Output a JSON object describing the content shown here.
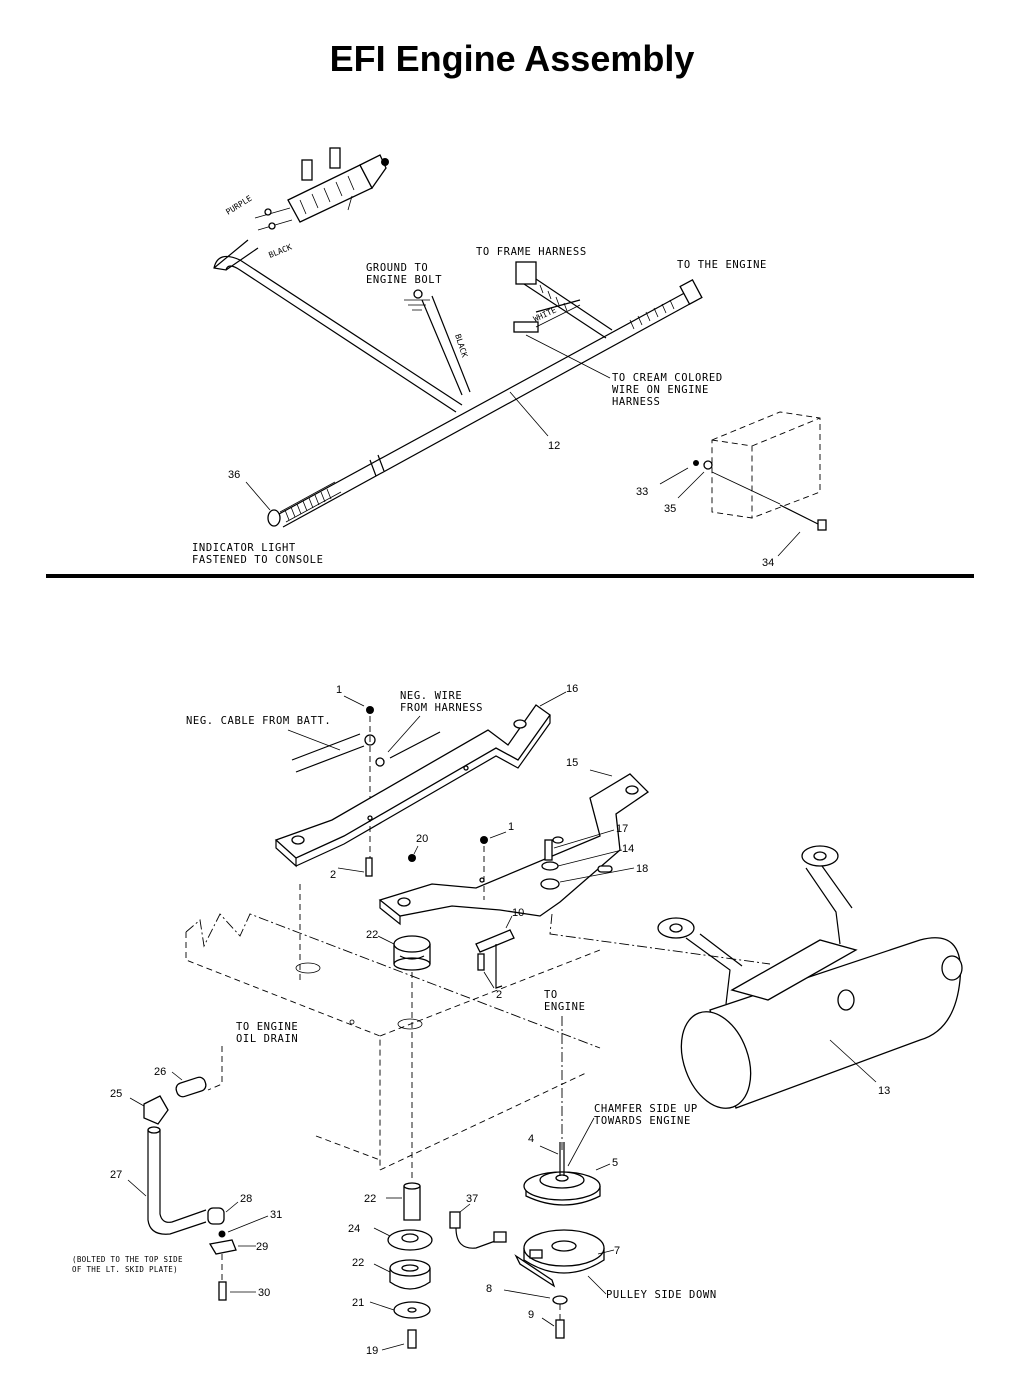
{
  "title": "EFI Engine Assembly",
  "harness_labels": {
    "purple": "PURPLE",
    "black_top": "BLACK",
    "ground": [
      "GROUND TO",
      "ENGINE BOLT"
    ],
    "black_ground": "BLACK",
    "frame_harness": "TO FRAME HARNESS",
    "to_engine": "TO THE ENGINE",
    "white": "WHITE",
    "cream": [
      "TO CREAM COLORED",
      "WIRE ON ENGINE",
      "HARNESS"
    ],
    "indicator": [
      "INDICATOR LIGHT",
      "FASTENED TO CONSOLE"
    ]
  },
  "engine_labels": {
    "neg_cable": "NEG. CABLE FROM BATT.",
    "neg_wire": [
      "NEG. WIRE",
      "FROM HARNESS"
    ],
    "oil_drain": [
      "TO ENGINE",
      "OIL DRAIN"
    ],
    "to_engine": [
      "TO",
      "ENGINE"
    ],
    "chamfer": [
      "CHAMFER SIDE UP",
      "TOWARDS ENGINE"
    ],
    "pulley": "PULLEY SIDE DOWN",
    "bolted": [
      "(BOLTED TO THE TOP SIDE",
      "OF THE LT. SKID PLATE)"
    ]
  },
  "callouts": {
    "c12": "12",
    "c33": "33",
    "c35": "35",
    "c34": "34",
    "c36": "36",
    "c1a": "1",
    "c1b": "1",
    "c16": "16",
    "c15": "15",
    "c17": "17",
    "c14": "14",
    "c18": "18",
    "c2a": "2",
    "c2b": "2",
    "c20": "20",
    "c22a": "22",
    "c10": "10",
    "c13": "13",
    "c26": "26",
    "c25": "25",
    "c27": "27",
    "c28": "28",
    "c31": "31",
    "c29": "29",
    "c30": "30",
    "c4": "4",
    "c5": "5",
    "c22b": "22",
    "c37": "37",
    "c24": "24",
    "c22c": "22",
    "c7": "7",
    "c8": "8",
    "c21": "21",
    "c9": "9",
    "c19": "19"
  }
}
